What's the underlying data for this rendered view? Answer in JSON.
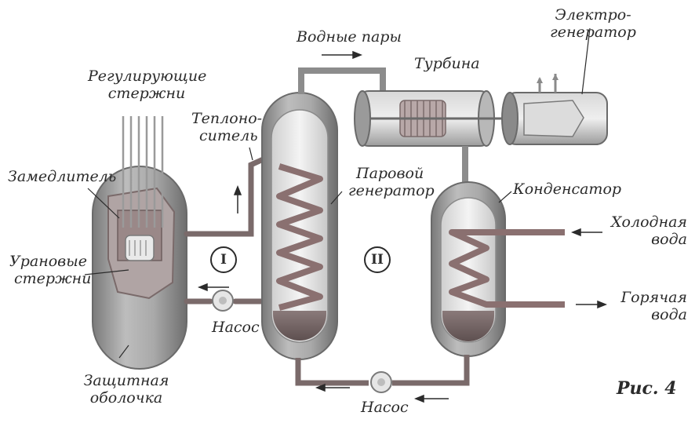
{
  "labels": {
    "control_rods": [
      "Регулирующие",
      "стержни"
    ],
    "coolant": [
      "Теплоно-",
      "ситель"
    ],
    "moderator": "Замедлитель",
    "uranium_rods": [
      "Урановые",
      "стержни"
    ],
    "containment": [
      "Защитная",
      "оболочка"
    ],
    "pump_1": "Насос",
    "pump_2": "Насос",
    "water_vapor": "Водные пары",
    "turbine": "Турбина",
    "generator": [
      "Электро-",
      "генератор"
    ],
    "steam_generator": [
      "Паровой",
      "генератор"
    ],
    "condenser": "Конденсатор",
    "cold_water": [
      "Холодная",
      "вода"
    ],
    "hot_water": [
      "Горячая",
      "вода"
    ],
    "circuit_1": "I",
    "circuit_2": "II",
    "figure_caption": "Рис. 4"
  },
  "colors": {
    "vessel": "#8f8f8f",
    "vessel_dark": "#5f5f5f",
    "inner_light": "#e8e8e8",
    "pipe": "#7a6a6a",
    "coil": "#8a7070",
    "text": "#2b2b2b"
  }
}
